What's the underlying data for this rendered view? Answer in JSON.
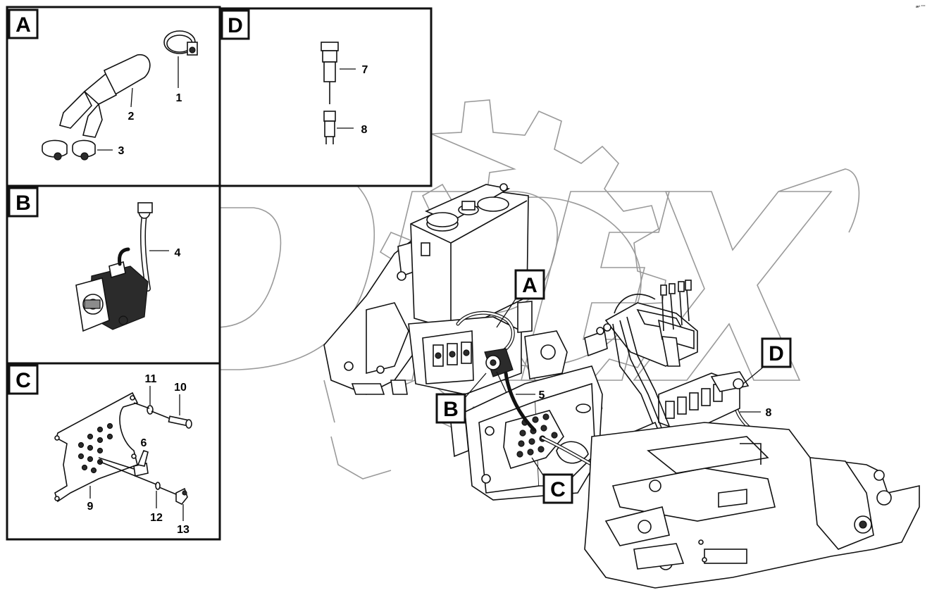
{
  "watermark_text": "OREX",
  "corner_mark": "æ² °°°",
  "panels": [
    {
      "letter": "A",
      "callouts": [
        "1",
        "2",
        "3"
      ]
    },
    {
      "letter": "B",
      "callouts": [
        "4"
      ]
    },
    {
      "letter": "C",
      "callouts": [
        "11",
        "10",
        "6",
        "9",
        "12",
        "13"
      ]
    },
    {
      "letter": "D",
      "callouts": [
        "7",
        "8"
      ]
    }
  ],
  "main_callouts": {
    "letters": [
      "A",
      "B",
      "C",
      "D"
    ],
    "numbers": [
      "5",
      "8"
    ]
  }
}
